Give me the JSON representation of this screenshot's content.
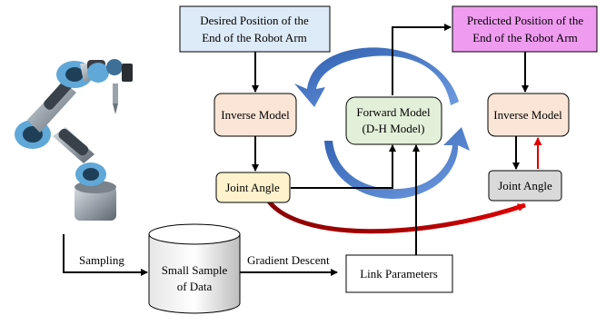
{
  "boxes": {
    "desired_position": {
      "line1": "Desired Position of the",
      "line2": "End of the Robot Arm"
    },
    "predicted_position": {
      "line1": "Predicted Position of the",
      "line2": "End of the Robot Arm"
    },
    "inverse_model_left": "Inverse Model",
    "inverse_model_right": "Inverse Model",
    "forward_model": {
      "line1": "Forward Model",
      "line2": "(D-H Model)"
    },
    "joint_angle_left": "Joint Angle",
    "joint_angle_right": "Joint Angle",
    "small_sample": {
      "line1": "Small Sample",
      "line2": "of Data"
    },
    "link_parameters": "Link Parameters"
  },
  "edge_labels": {
    "sampling": "Sampling",
    "gradient_descent": "Gradient Descent"
  },
  "colors": {
    "desired_fill": "#ddeaf7",
    "predicted_fill": "#ef9cf0",
    "inverse_fill": "#fbe5d6",
    "forward_fill": "#e2f0d9",
    "joint_left_fill": "#fff2cc",
    "joint_right_fill": "#d9d9d9",
    "cycle_arrow": "#4472c4",
    "red_arrow": "#c00000"
  }
}
